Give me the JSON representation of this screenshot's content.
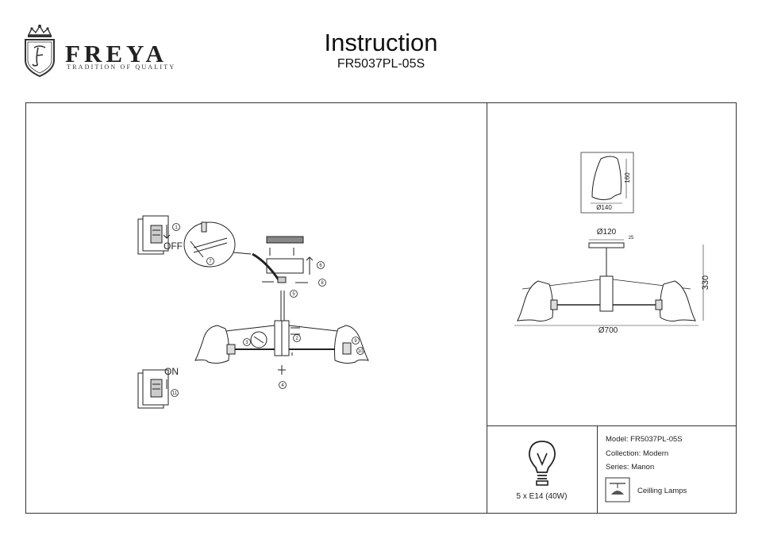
{
  "header": {
    "brand_name": "FREYA",
    "brand_tagline": "TRADITION OF QUALITY",
    "title": "Instruction",
    "model_code": "FR5037PL-05S"
  },
  "switch_labels": {
    "off": "OFF",
    "on": "ON"
  },
  "dimensions": {
    "shade_height": "160",
    "shade_diameter": "Ø140",
    "canopy_diameter": "Ø120",
    "canopy_height": "25",
    "total_height": "330",
    "total_diameter": "Ø700"
  },
  "bulb": {
    "spec": "5 x E14 (40W)"
  },
  "product_info": {
    "model": "Model: FR5037PL-05S",
    "collection": "Collection: Modern",
    "series": "Series: Manon",
    "category": "Ceilling Lamps"
  },
  "steps": [
    "1",
    "2",
    "3",
    "4",
    "5",
    "6",
    "7",
    "8",
    "9",
    "10",
    "11"
  ]
}
